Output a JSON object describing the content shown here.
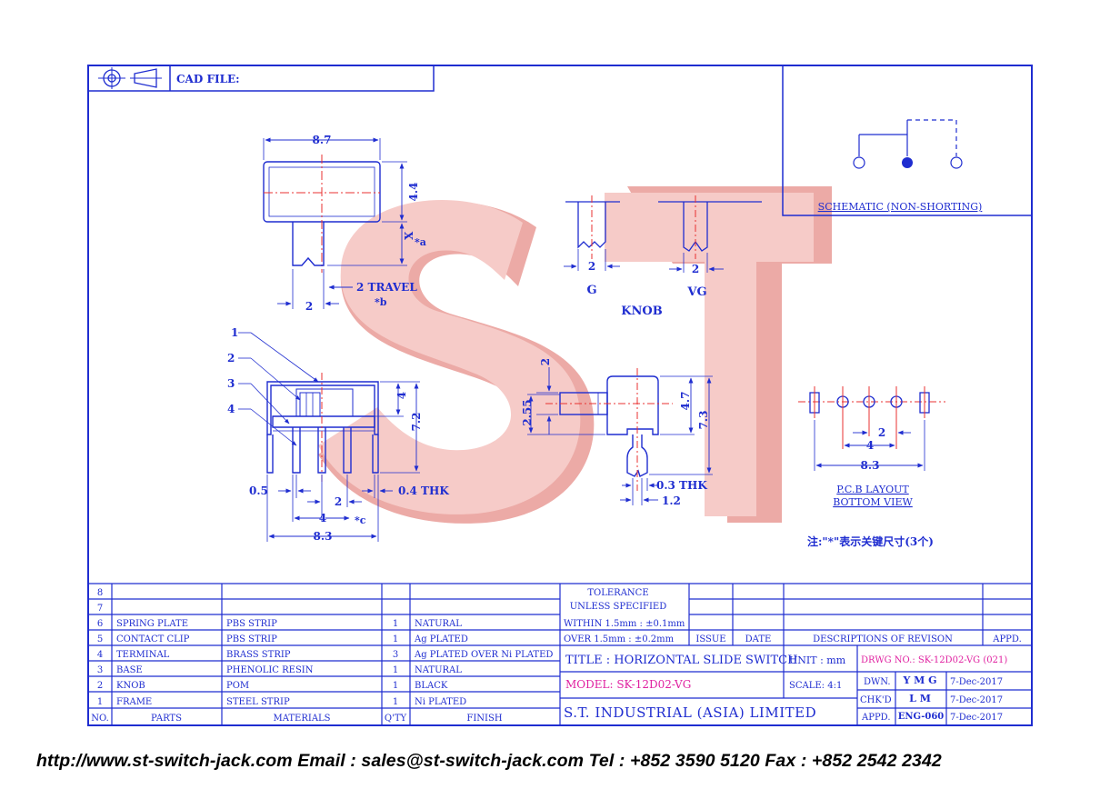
{
  "header": {
    "cad_file_label": "CAD FILE:"
  },
  "drawing": {
    "dim_width": "8.7",
    "dim_height": "4.4",
    "dim_x": "X",
    "dim_x_note": "*a",
    "dim_travel": "2 TRAVEL",
    "dim_travel_note": "*b",
    "dim_travel_pitch": "2",
    "knob_label": "KNOB",
    "knob_g_label": "G",
    "knob_g_dim": "2",
    "knob_vg_label": "VG",
    "knob_vg_dim": "2",
    "part_callouts": [
      "1",
      "2",
      "3",
      "4"
    ],
    "front_dim_4": "4",
    "front_dim_72": "7.2",
    "front_dim_05": "0.5",
    "front_dim_2": "2",
    "front_dim_04": "0.4 THK",
    "front_dim_pitch4": "4",
    "front_dim_pitch4_note": "*c",
    "front_dim_83": "8.3",
    "side_dim_2": "2",
    "side_dim_255": "2.55",
    "side_dim_47": "4.7",
    "side_dim_73": "7.3",
    "side_dim_03": "0.3 THK",
    "side_dim_12": "1.2",
    "pcb_dim_2": "2",
    "pcb_dim_4": "4",
    "pcb_dim_83": "8.3",
    "pcb_title_1": "P.C.B LAYOUT",
    "pcb_title_2": "BOTTOM VIEW",
    "schematic_title": "SCHEMATIC (NON-SHORTING)",
    "note": "注:\"*\"表示关键尺寸(3个)",
    "watermark": "ST"
  },
  "bom": {
    "headers": {
      "no": "NO.",
      "parts": "PARTS",
      "materials": "MATERIALS",
      "qty": "Q'TY",
      "finish": "FINISH"
    },
    "rows": [
      {
        "no": "8",
        "part": "",
        "material": "",
        "qty": "",
        "finish": ""
      },
      {
        "no": "7",
        "part": "",
        "material": "",
        "qty": "",
        "finish": ""
      },
      {
        "no": "6",
        "part": "SPRING PLATE",
        "material": "PBS STRIP",
        "qty": "1",
        "finish": "NATURAL"
      },
      {
        "no": "5",
        "part": "CONTACT CLIP",
        "material": "PBS STRIP",
        "qty": "1",
        "finish": "Ag PLATED"
      },
      {
        "no": "4",
        "part": "TERMINAL",
        "material": "BRASS STRIP",
        "qty": "3",
        "finish": "Ag PLATED OVER Ni PLATED"
      },
      {
        "no": "3",
        "part": "BASE",
        "material": "PHENOLIC RESIN",
        "qty": "1",
        "finish": "NATURAL"
      },
      {
        "no": "2",
        "part": "KNOB",
        "material": "POM",
        "qty": "1",
        "finish": "BLACK"
      },
      {
        "no": "1",
        "part": "FRAME",
        "material": "STEEL STRIP",
        "qty": "1",
        "finish": "Ni PLATED"
      }
    ]
  },
  "tolerance": {
    "title_1": "TOLERANCE",
    "title_2": "UNLESS   SPECIFIED",
    "within": "WITHIN  1.5mm : ±0.1mm",
    "over": "OVER    1.5mm : ±0.2mm"
  },
  "revision": {
    "issue": "ISSUE",
    "date": "DATE",
    "descriptions": "DESCRIPTIONS  OF  REVISON",
    "appd": "APPD."
  },
  "title_block": {
    "title": "TITLE : HORIZONTAL  SLIDE  SWITCH",
    "unit": "UNIT :   mm",
    "drwg_no": "DRWG NO.: SK-12D02-VG (021)",
    "model": "MODEL:  SK-12D02-VG",
    "scale": "SCALE:   4:1",
    "company": "S.T.  INDUSTRIAL  (ASIA)  LIMITED",
    "dwn_label": "DWN.",
    "dwn_name": "Y M G",
    "dwn_date": "7-Dec-2017",
    "chkd_label": "CHK'D",
    "chkd_name": "L M",
    "chkd_date": "7-Dec-2017",
    "appd_label": "APPD.",
    "appd_name": "ENG-060",
    "appd_date": "7-Dec-2017"
  },
  "footer": {
    "contact": "http://www.st-switch-jack.com  Email : sales@st-switch-jack.com  Tel : +852 3590 5120  Fax : +852 2542 2342"
  },
  "colors": {
    "line": "#1f2dd0",
    "watermark": "#f2b3b0",
    "centerline": "#e83030",
    "magenta": "#e020a0"
  }
}
